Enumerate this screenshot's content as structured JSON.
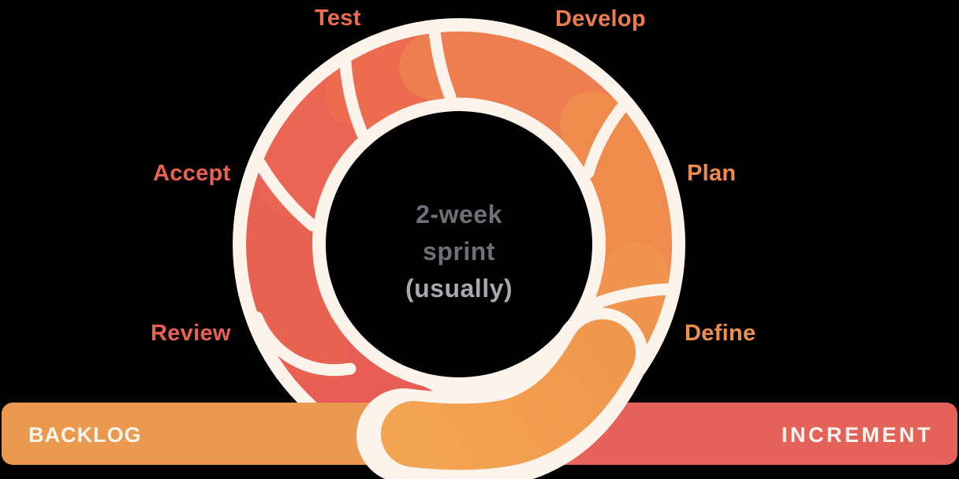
{
  "colors": {
    "background": "#000000",
    "cream": "#FCF3EB",
    "bar_left": "#EC9950",
    "bar_right": "#E5625A",
    "segment_tail": "#E85E56",
    "segment_review": "#E96251",
    "segment_accept": "#EA6553",
    "segment_test": "#ED6C50",
    "segment_develop": "#EE7E50",
    "segment_plan": "#EF8B4D",
    "segment_define": "#F0934C",
    "segment_sweep_end": "#F2A452"
  },
  "ring": {
    "labels": {
      "test": {
        "text": "Test",
        "color": "#ED6B4F"
      },
      "develop": {
        "text": "Develop",
        "color": "#EE7D4D"
      },
      "plan": {
        "text": "Plan",
        "color": "#EF8B4B"
      },
      "define": {
        "text": "Define",
        "color": "#EF8F4C"
      },
      "accept": {
        "text": "Accept",
        "color": "#EA6150"
      },
      "review": {
        "text": "Review",
        "color": "#E96153"
      }
    },
    "center": {
      "line1": "2-week",
      "line2": "sprint",
      "line3": "(usually)",
      "text_color": "#6F6F75",
      "muted_color": "#A9A9AF"
    }
  },
  "bar": {
    "left_label": "BACKLOG",
    "right_label": "INCREMENT",
    "text_color": "#FCF5ED"
  }
}
